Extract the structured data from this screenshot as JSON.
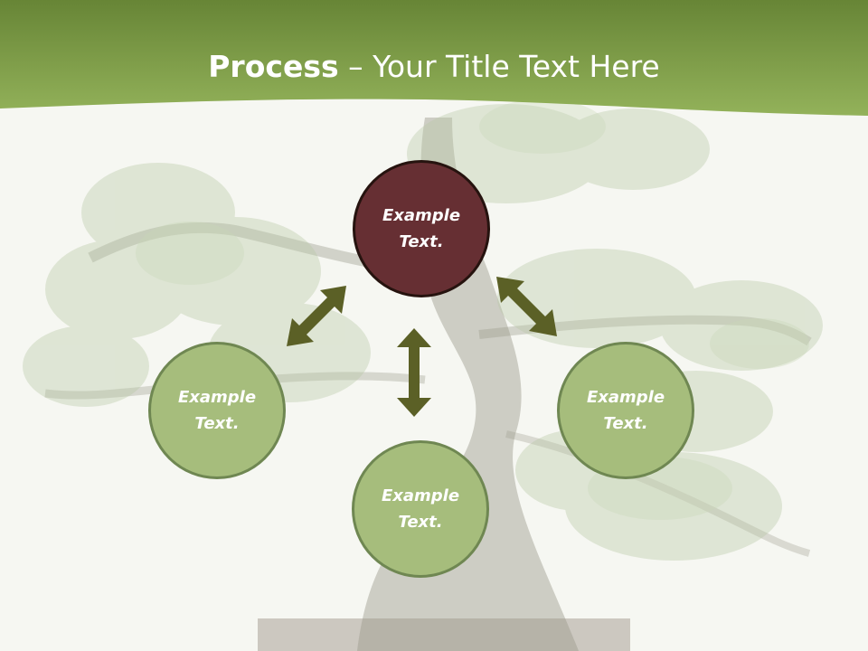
{
  "title": {
    "bold": "Process",
    "rest": " – Your Title Text Here"
  },
  "nodes": {
    "top": "Example Text.",
    "left": "Example Text.",
    "bottom": "Example Text.",
    "right": "Example Text."
  },
  "colors": {
    "header_green": "#8aa74f",
    "node_dark": "#662f33",
    "node_light": "#a6bd7c",
    "arrow": "#5b6026"
  }
}
